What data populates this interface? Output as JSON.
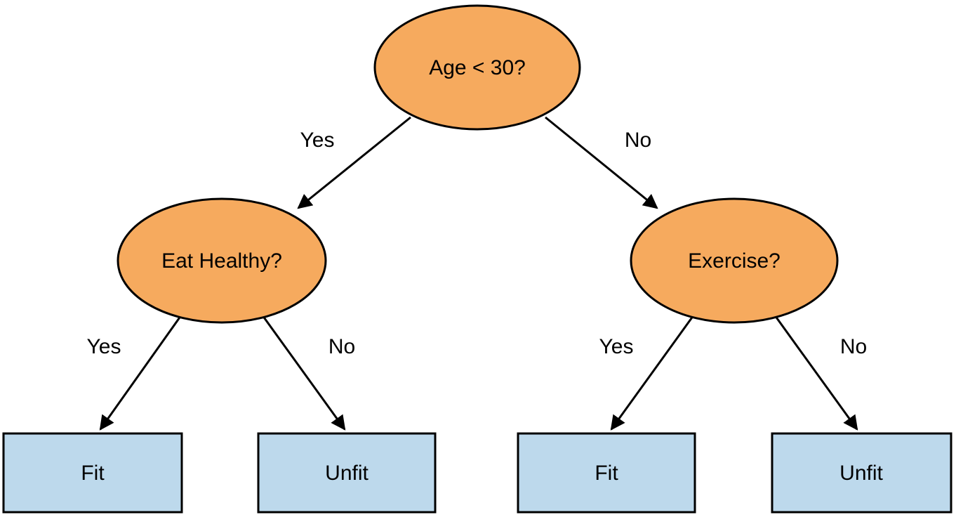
{
  "diagram": {
    "type": "decision-tree",
    "background": "#FFFFFF",
    "colors": {
      "decision_fill": "#F6AA5E",
      "leaf_fill": "#BDD9EC",
      "stroke": "#000000"
    },
    "nodes": {
      "root": {
        "label": "Age < 30?",
        "type": "decision"
      },
      "eat_healthy": {
        "label": "Eat Healthy?",
        "type": "decision"
      },
      "exercise": {
        "label": "Exercise?",
        "type": "decision"
      },
      "fit_left": {
        "label": "Fit",
        "type": "leaf"
      },
      "unfit_left": {
        "label": "Unfit",
        "type": "leaf"
      },
      "fit_right": {
        "label": "Fit",
        "type": "leaf"
      },
      "unfit_right": {
        "label": "Unfit",
        "type": "leaf"
      }
    },
    "edges": {
      "root_yes": {
        "label": "Yes",
        "from": "root",
        "to": "eat_healthy"
      },
      "root_no": {
        "label": "No",
        "from": "root",
        "to": "exercise"
      },
      "eat_healthy_yes": {
        "label": "Yes",
        "from": "eat_healthy",
        "to": "fit_left"
      },
      "eat_healthy_no": {
        "label": "No",
        "from": "eat_healthy",
        "to": "unfit_left"
      },
      "exercise_yes": {
        "label": "Yes",
        "from": "exercise",
        "to": "fit_right"
      },
      "exercise_no": {
        "label": "No",
        "from": "exercise",
        "to": "unfit_right"
      }
    }
  }
}
